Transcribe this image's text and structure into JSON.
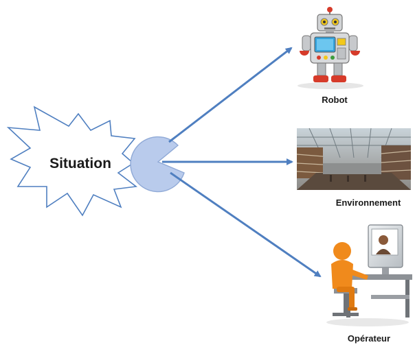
{
  "diagram": {
    "center": {
      "label": "Situation"
    },
    "targets": [
      {
        "id": "robot",
        "label": "Robot",
        "icon": "robot-icon"
      },
      {
        "id": "environment",
        "label": "Environnement",
        "icon": "building-interior-photo"
      },
      {
        "id": "operator",
        "label": "Opérateur",
        "icon": "operator-at-computer-icon"
      }
    ],
    "colors": {
      "arrow": "#4f7fc0",
      "connector_fill": "#b9cbec",
      "connector_stroke": "#8fa9d6",
      "burst_stroke": "#4f7fc0",
      "operator_orange": "#f08a1c"
    }
  }
}
